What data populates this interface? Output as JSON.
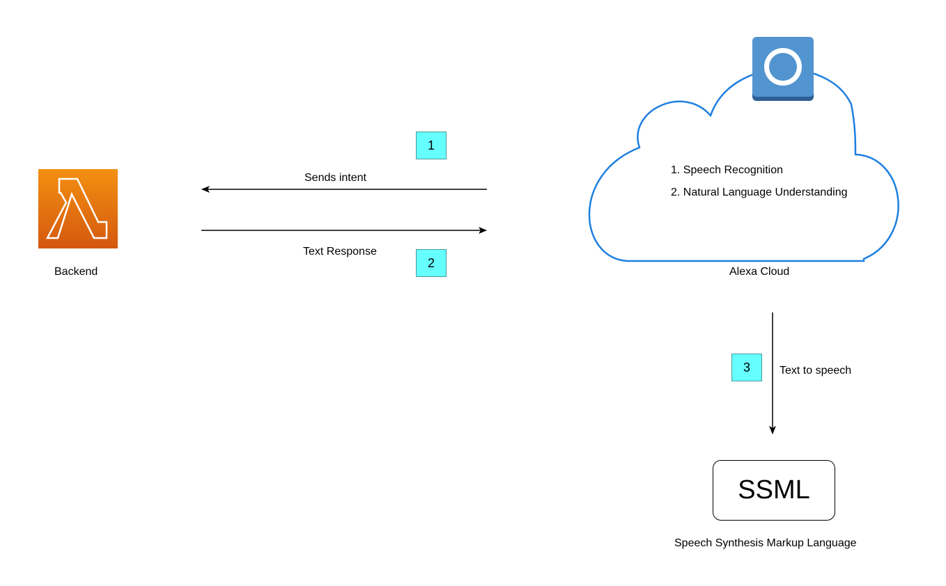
{
  "backend": {
    "label": "Backend",
    "icon": "lambda-icon",
    "color": "#e8700f"
  },
  "cloud": {
    "label": "Alexa Cloud",
    "icon": "alexa-icon",
    "outline_color": "#1e7fe0",
    "icon_color": "#5294cf",
    "steps": [
      "1. Speech Recognition",
      "2. Natural Language Understanding"
    ]
  },
  "flows": {
    "intent": {
      "badge": "1",
      "label": "Sends intent"
    },
    "response": {
      "badge": "2",
      "label": "Text Response"
    },
    "tts": {
      "badge": "3",
      "label": "Text to speech"
    }
  },
  "badge_color": "#66ffff",
  "ssml": {
    "title": "SSML",
    "caption": "Speech Synthesis Markup Language"
  }
}
